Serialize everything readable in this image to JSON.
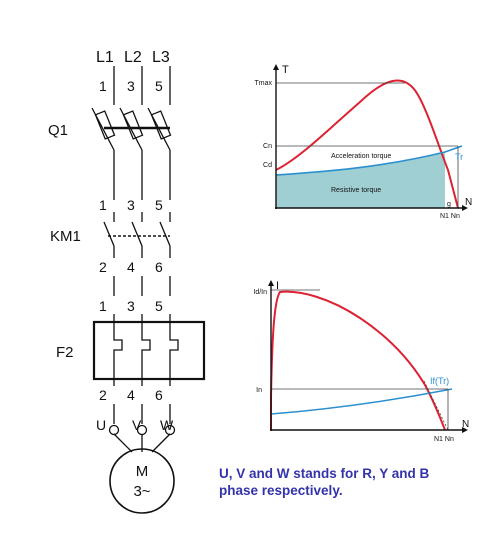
{
  "schematic": {
    "lines": [
      "L1",
      "L2",
      "L3"
    ],
    "top_terminals": [
      "1",
      "3",
      "5"
    ],
    "q1_label": "Q1",
    "km1_label": "KM1",
    "km1_in_terminals": [
      "1",
      "3",
      "5"
    ],
    "km1_out_terminals": [
      "2",
      "4",
      "6"
    ],
    "f2_label": "F2",
    "f2_in_terminals": [
      "1",
      "3",
      "5"
    ],
    "f2_out_terminals": [
      "2",
      "4",
      "6"
    ],
    "motor_terminals": [
      "U",
      "V",
      "W"
    ],
    "motor_label_1": "M",
    "motor_label_2": "3~"
  },
  "note": {
    "line1": "U, V and W stands for R, Y and B",
    "line2": "phase respectively.",
    "color": "#3333aa"
  },
  "torque_graph": {
    "y_axis": "T",
    "x_axis": "N",
    "tmax": "Tmax",
    "cn": "Cn",
    "cd": "Cd",
    "accel_label": "Acceleration torque",
    "resist_label": "Resistive torque",
    "tr": "Tr",
    "g": "g",
    "x_end": "N1 Nn",
    "curve_color": "#dd2233",
    "load_color": "#2a8fd0",
    "fill_color": "#9fcfd2"
  },
  "current_graph": {
    "y_axis": "I",
    "x_axis": "N",
    "id_in": "Id/In",
    "in": "In",
    "if_tr": "If(Tr)",
    "x_end": "N1 Nn",
    "curve_color": "#dd2233",
    "load_color": "#2a8fd0"
  }
}
